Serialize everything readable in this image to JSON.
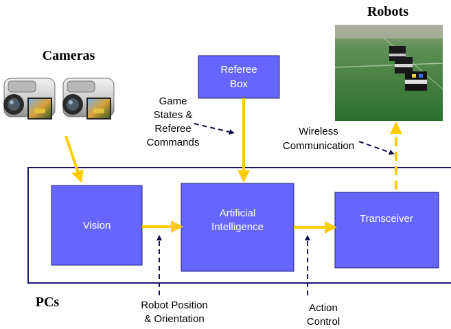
{
  "titles": {
    "cameras": "Cameras",
    "robots": "Robots",
    "pcs": "PCs"
  },
  "boxes": {
    "referee": [
      "Referee",
      "Box"
    ],
    "vision": [
      "Vision"
    ],
    "ai": [
      "Artificial",
      "Intelligence"
    ],
    "transceiver": [
      "Transceiver"
    ]
  },
  "annotations": {
    "game_states": [
      "Game",
      "States &",
      "Referee",
      "Commands"
    ],
    "wireless": [
      "Wireless",
      "Communication"
    ],
    "robot_position": [
      "Robot Position",
      "& Orientation"
    ],
    "action_control": [
      "Action",
      "Control"
    ]
  },
  "colors": {
    "box_fill": "#6666ff",
    "box_border": "#1f1f7a",
    "pc_frame": "#14146b",
    "arrow_yellow": "#ffcc00",
    "dashed_arrow": "#0d0d4d",
    "field_green": "#2f7a2f"
  }
}
